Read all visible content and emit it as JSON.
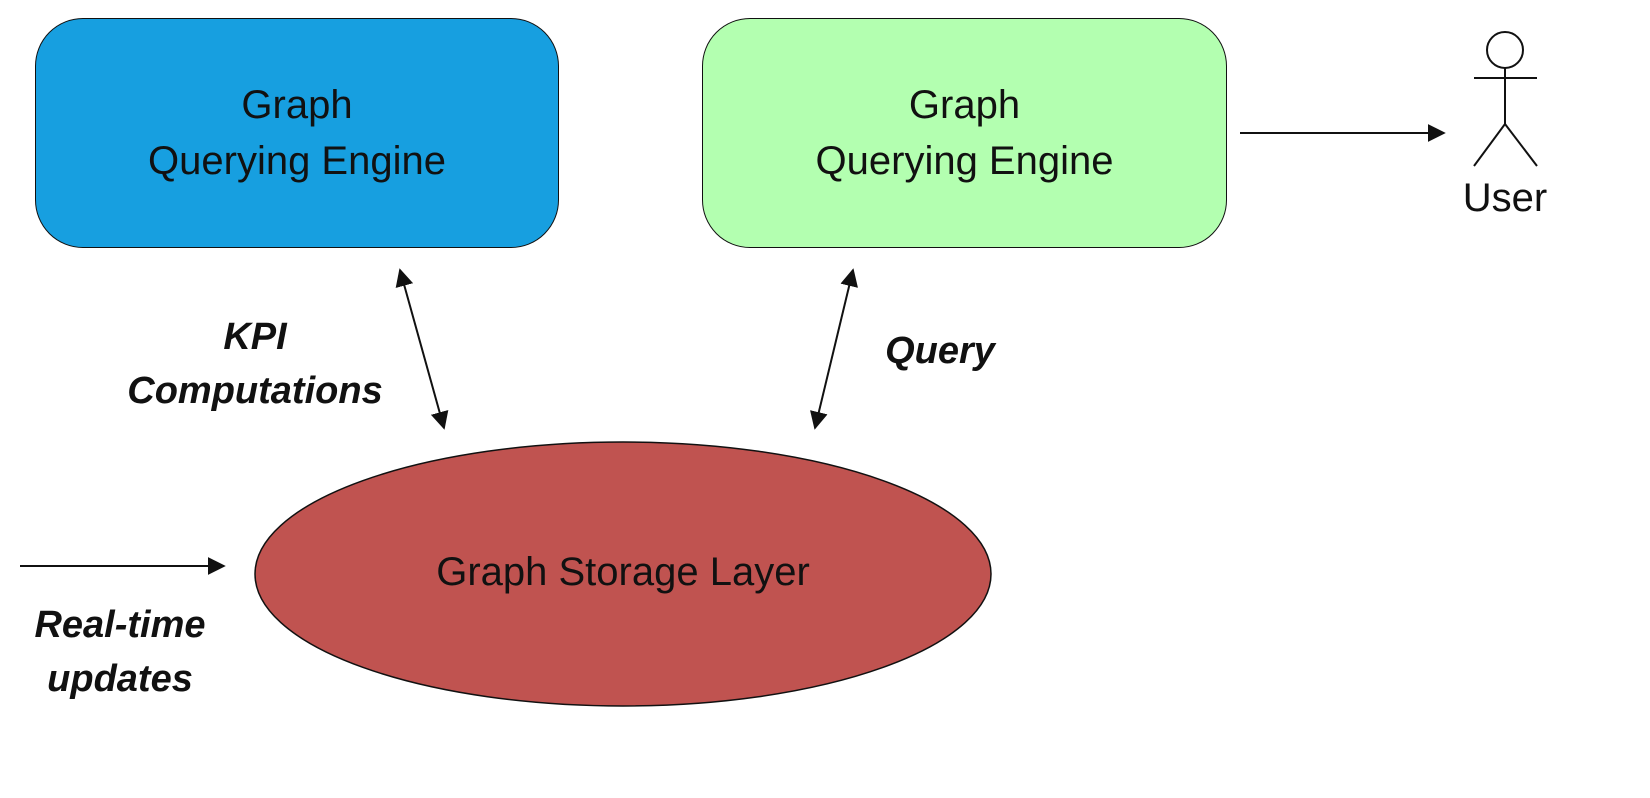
{
  "engine_left": {
    "line1": "Graph",
    "line2": "Querying Engine",
    "fill": "#179fe0"
  },
  "engine_right": {
    "line1": "Graph",
    "line2": "Querying Engine",
    "fill": "#b3ffb0"
  },
  "storage": {
    "label": "Graph Storage Layer",
    "fill": "#c05350"
  },
  "edges": {
    "kpi_line1": "KPI",
    "kpi_line2": "Computations",
    "query": "Query",
    "updates_line1": "Real-time",
    "updates_line2": "updates"
  },
  "user": {
    "label": "User",
    "icon": "stick-figure-user-icon"
  },
  "colors": {
    "stroke": "#111111",
    "background": "#ffffff"
  }
}
